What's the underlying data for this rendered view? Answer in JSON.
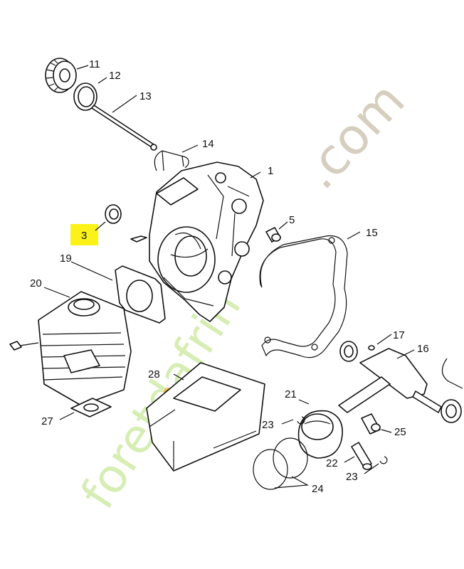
{
  "labels": {
    "p1": "1",
    "p3": "3",
    "p5": "5",
    "p11": "11",
    "p12": "12",
    "p13": "13",
    "p14": "14",
    "p15": "15",
    "p16": "16",
    "p17": "17",
    "p19": "19",
    "p20": "20",
    "p21": "21",
    "p22": "22",
    "p23a": "23",
    "p23b": "23",
    "p24": "24",
    "p25": "25",
    "p27": "27",
    "p28": "28"
  },
  "highlight": {
    "label_ref": "p3",
    "color": "#fbf21a"
  },
  "watermark": {
    "main": "foretdafrin",
    "suffix": ".com",
    "main_color": "#c9e79a",
    "suffix_color": "#cfc6b4",
    "dot_color": "#f2a23a"
  }
}
